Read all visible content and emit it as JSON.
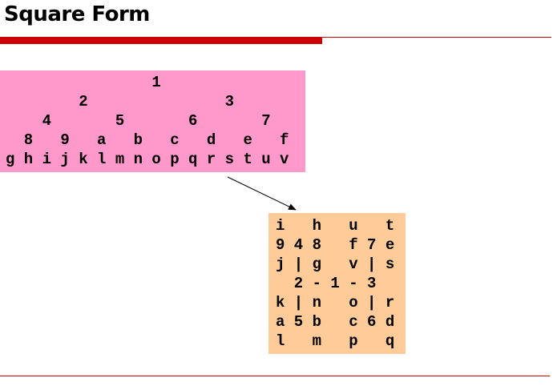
{
  "slide": {
    "title": "Square Form"
  },
  "colors": {
    "accent_red": "#cc0000",
    "pink_box": "#ff99cc",
    "orange_box": "#ffcc99"
  },
  "tree": {
    "rows": [
      "                1",
      "        2               3",
      "    4       5       6       7",
      "  8   9   a   b   c   d   e   f",
      "g h i j k l m n o p q r s t u v"
    ]
  },
  "square": {
    "rows": [
      "i   h   u   t",
      "9 4 8   f 7 e",
      "j | g   v | s",
      "  2 - 1 - 3",
      "k | n   o | r",
      "a 5 b   c 6 d",
      "l   m   p   q"
    ]
  }
}
